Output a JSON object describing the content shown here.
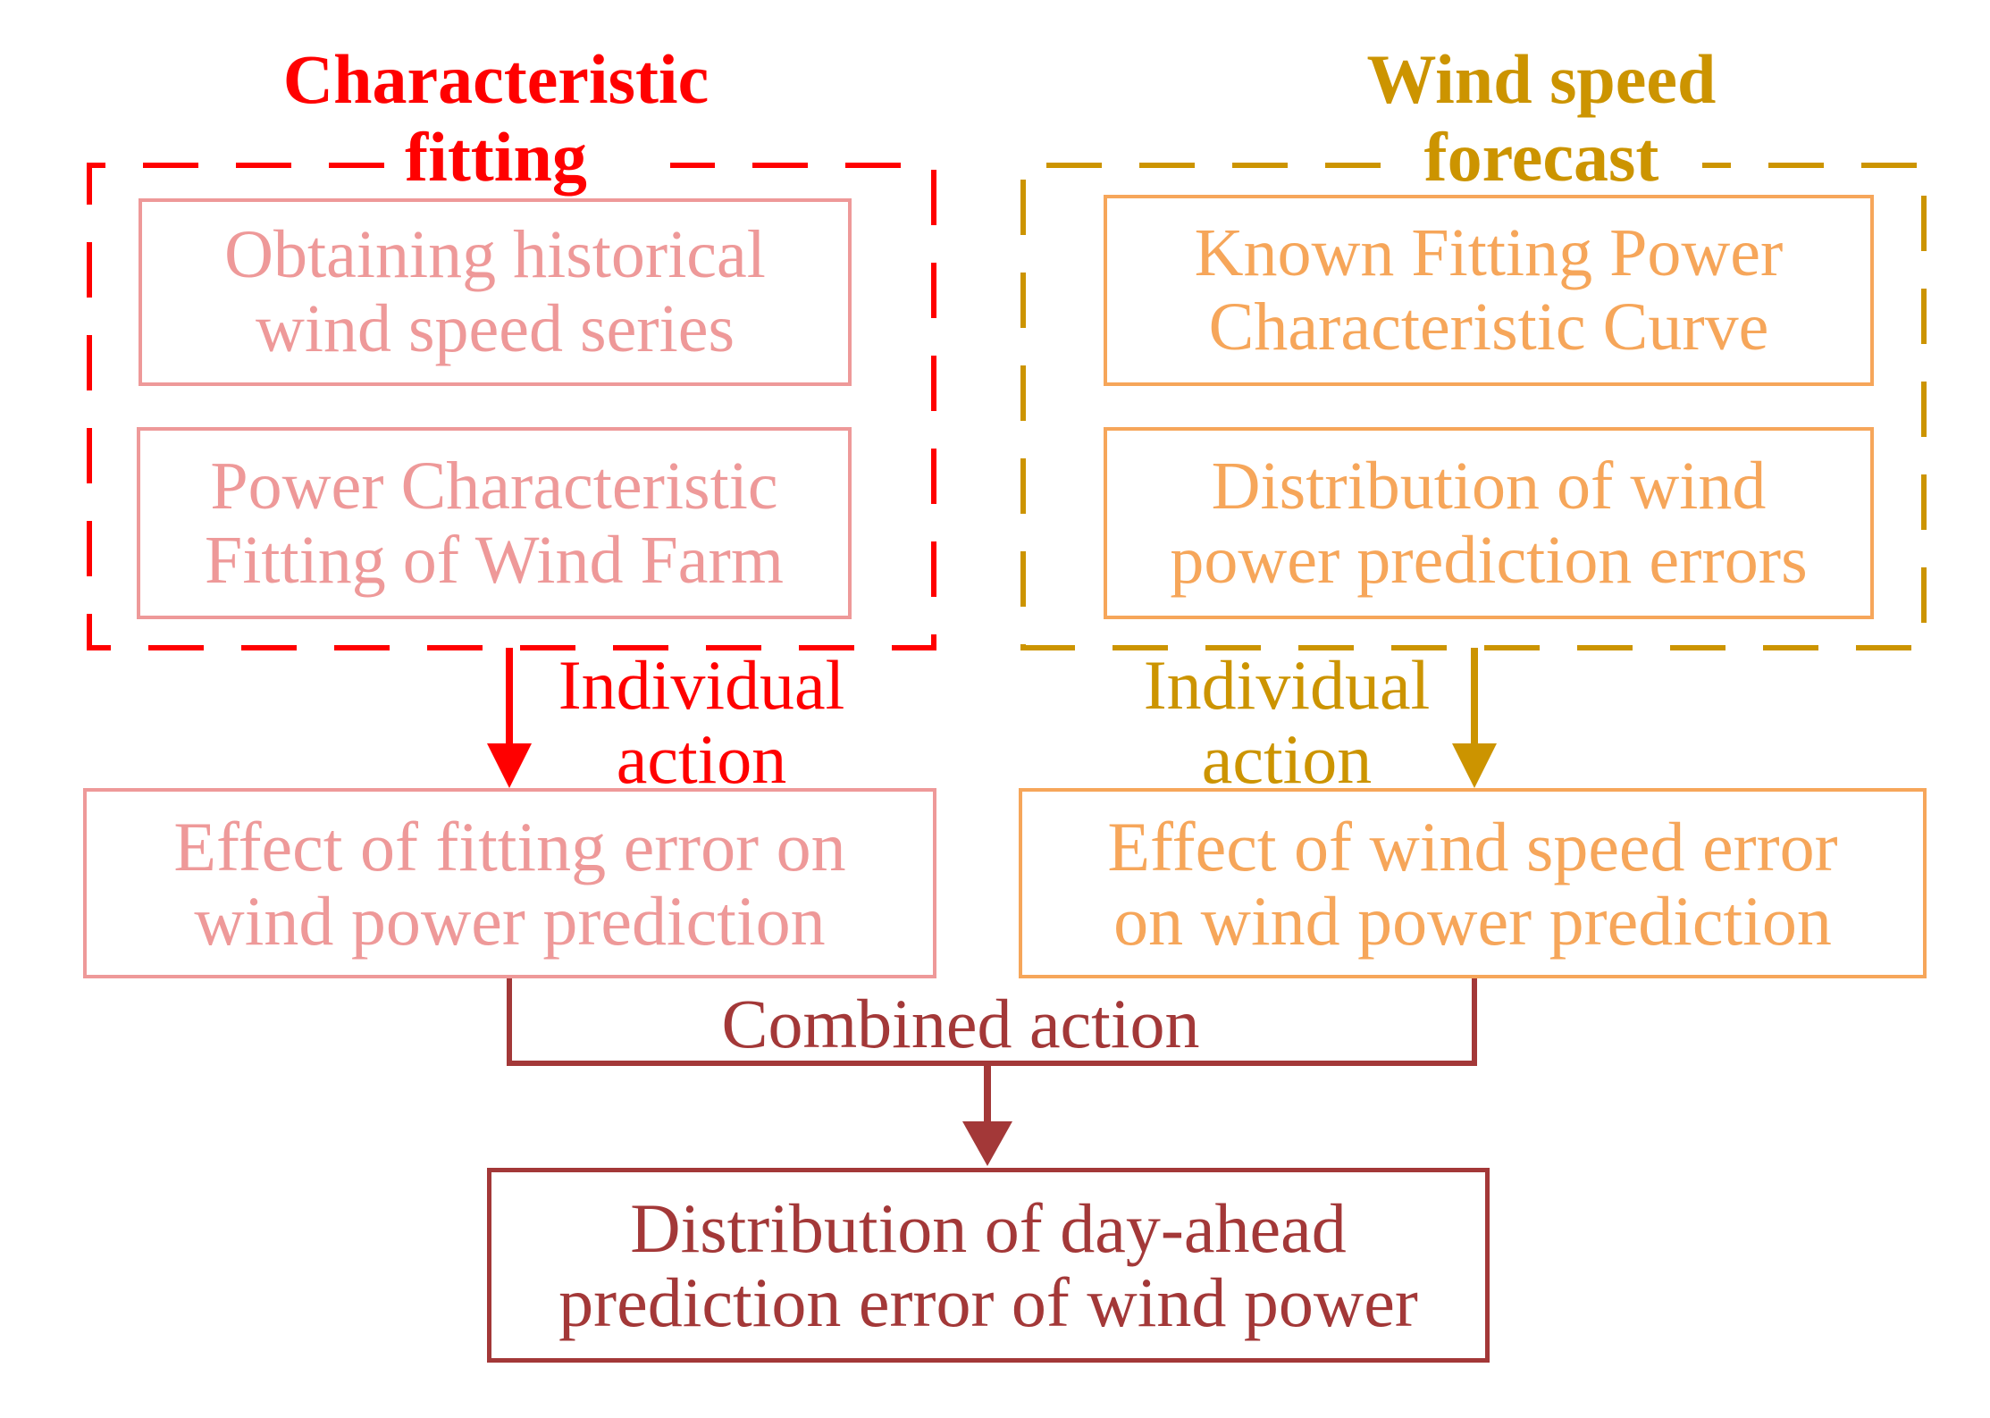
{
  "colors": {
    "fit_group": "#ff0000",
    "fit_box": "#ee9999",
    "wind_group": "#cc9400",
    "wind_box": "#f6a65a",
    "combined": "#a33838"
  },
  "fitting_group": {
    "title": [
      "Characteristic",
      "fitting"
    ],
    "box1": [
      "Obtaining historical",
      "wind speed series"
    ],
    "box2": [
      "Power Characteristic",
      "Fitting of Wind Farm"
    ],
    "action_label": [
      "Individual",
      "action"
    ],
    "effect_box": [
      "Effect of fitting error on",
      "wind power prediction"
    ]
  },
  "wind_group": {
    "title": [
      "Wind speed",
      "forecast"
    ],
    "box1": [
      "Known Fitting Power",
      "Characteristic Curve"
    ],
    "box2": [
      "Distribution of wind",
      "power prediction errors"
    ],
    "action_label": [
      "Individual",
      "action"
    ],
    "effect_box": [
      "Effect of wind speed error",
      "on wind power prediction"
    ]
  },
  "combined_label": "Combined action",
  "result_box": [
    "Distribution of day-ahead",
    "prediction error of wind power"
  ]
}
